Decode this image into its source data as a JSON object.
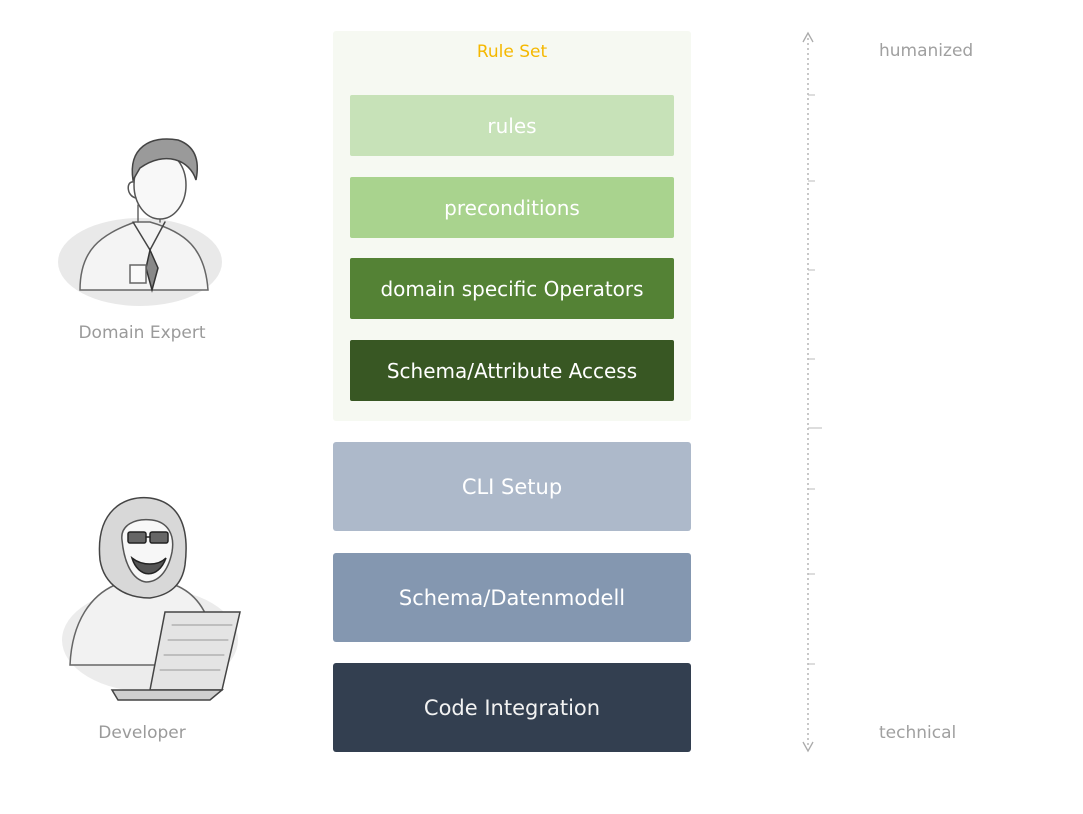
{
  "ruleset": {
    "title": "Rule Set",
    "layers": [
      {
        "label": "rules",
        "color": "#c7e2b8"
      },
      {
        "label": "preconditions",
        "color": "#a9d38e"
      },
      {
        "label": "domain specific Operators",
        "color": "#548235"
      },
      {
        "label": "Schema/Attribute Access",
        "color": "#385723"
      }
    ]
  },
  "technical_layers": [
    {
      "label": "CLI Setup",
      "color": "#adb9ca",
      "text_color": "#ffffff"
    },
    {
      "label": "Schema/Datenmodell",
      "color": "#8497b0",
      "text_color": "#ffffff"
    },
    {
      "label": "Code Integration",
      "color": "#333f50",
      "text_color": "#f2f2f2"
    }
  ],
  "personas": {
    "domain_expert": "Domain Expert",
    "developer": "Developer"
  },
  "axis": {
    "top_label": "humanized",
    "bottom_label": "technical"
  }
}
